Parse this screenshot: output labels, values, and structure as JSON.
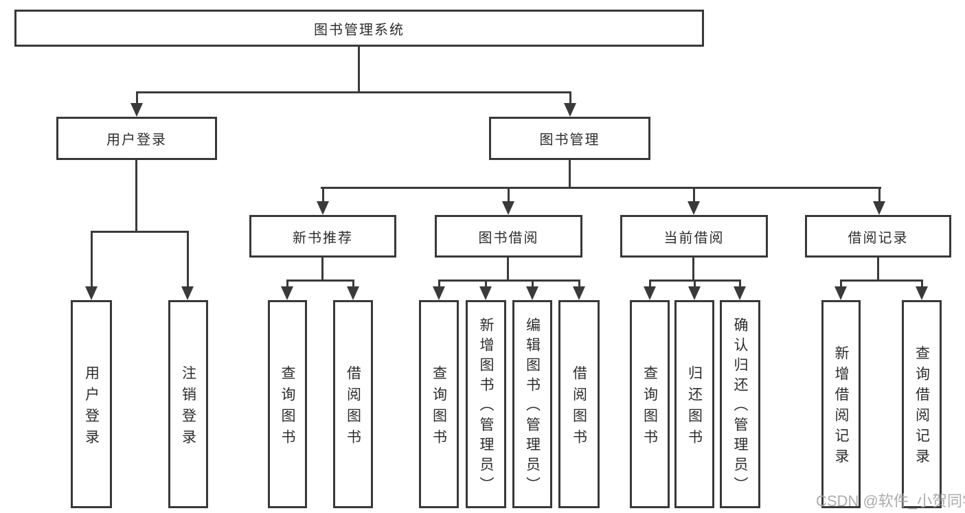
{
  "diagram": {
    "root": {
      "label": "图书管理系统"
    },
    "level2": [
      {
        "label": "用户登录"
      },
      {
        "label": "图书管理"
      }
    ],
    "level3": [
      {
        "label": "新书推荐"
      },
      {
        "label": "图书借阅"
      },
      {
        "label": "当前借阅"
      },
      {
        "label": "借阅记录"
      }
    ],
    "leaves": [
      {
        "label": "用户登录"
      },
      {
        "label": "注销登录"
      },
      {
        "label": "查询图书"
      },
      {
        "label": "借阅图书"
      },
      {
        "label": "查询图书"
      },
      {
        "label": "新增图书（管理员）"
      },
      {
        "label": "编辑图书（管理员）"
      },
      {
        "label": "借阅图书"
      },
      {
        "label": "查询图书"
      },
      {
        "label": "归还图书"
      },
      {
        "label": "确认归还（管理员）"
      },
      {
        "label": "新增借阅记录"
      },
      {
        "label": "查询借阅记录"
      }
    ]
  },
  "colors": {
    "line": "#3a3a3a",
    "text": "#2d2d2d",
    "watermark": "#a8a8a8",
    "background": "#ffffff"
  },
  "watermark": {
    "text": "CSDN @软件_小贺同学"
  }
}
